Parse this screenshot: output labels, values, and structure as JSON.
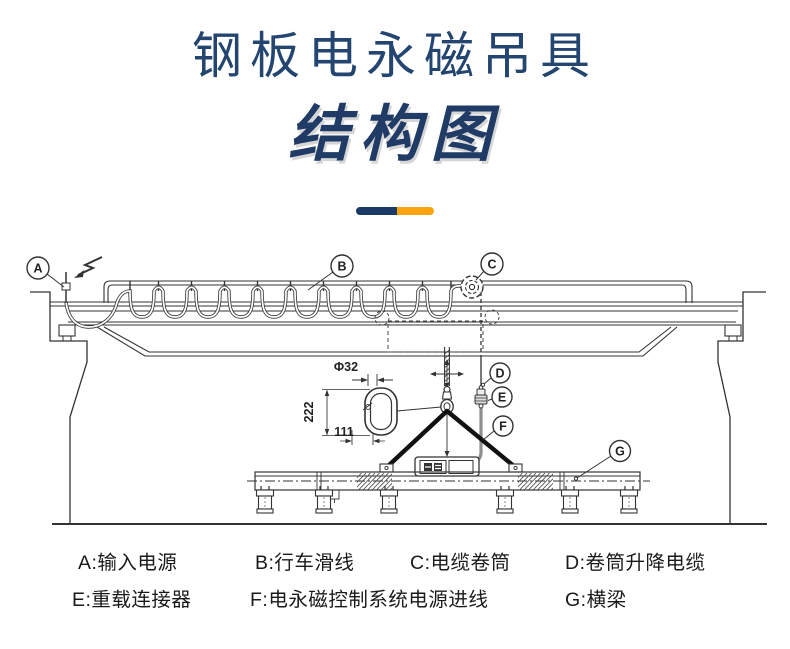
{
  "header": {
    "title": "钢板电永磁吊具",
    "subtitle": "结构图"
  },
  "colors": {
    "title": "#234570",
    "subtitle": "#1f3b66",
    "divider_navy": "#1b3a68",
    "divider_orange": "#f9a40f",
    "line": "#333333",
    "chain": "#111111"
  },
  "diagram": {
    "callouts": [
      {
        "id": "A"
      },
      {
        "id": "B"
      },
      {
        "id": "C"
      },
      {
        "id": "D"
      },
      {
        "id": "E"
      },
      {
        "id": "F"
      },
      {
        "id": "G"
      }
    ],
    "dimensions": {
      "ring_bar_diameter": "Φ32",
      "ring_height": "222",
      "ring_width": "111"
    }
  },
  "legend": {
    "items": [
      "A:输入电源",
      "B:行车滑线",
      "C:电缆卷筒",
      "D:卷筒升降电缆",
      "E:重载连接器",
      "F:电永磁控制系统电源进线",
      "G:横梁"
    ]
  }
}
